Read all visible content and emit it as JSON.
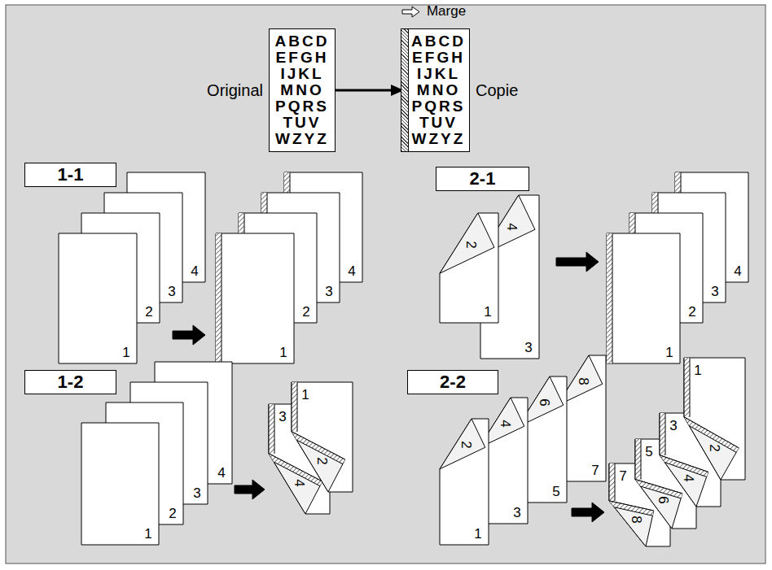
{
  "diagram": {
    "nodes": [
      {
        "text": [
          "Original",
          "ABCD EFGH IJKL MNO PQRS TUV WZYZ"
        ]
      },
      {
        "text": [
          "ABCD EFGH IJKL MNO PQRS TUV WZYZ",
          "Copie"
        ]
      },
      {
        "text": [
          "1-1"
        ]
      },
      {
        "text": [
          "2-1"
        ]
      },
      {
        "text": [
          "1-2"
        ]
      },
      {
        "text": [
          "2-2"
        ]
      }
    ],
    "edges": [
      {
        "from": 0,
        "to": 1,
        "arrow": "to"
      }
    ],
    "labels": [
      "Marge",
      "1",
      "2",
      "3",
      "4",
      "1",
      "2",
      "3",
      "4",
      "1",
      "2",
      "3",
      "4",
      "1",
      "2",
      "3",
      "4",
      "1",
      "2",
      "3",
      "4",
      "1",
      "2",
      "3",
      "4",
      "1",
      "2",
      "3",
      "4",
      "5",
      "6",
      "7",
      "8",
      "1",
      "2",
      "3",
      "4",
      "5",
      "6",
      "7",
      "8"
    ]
  }
}
